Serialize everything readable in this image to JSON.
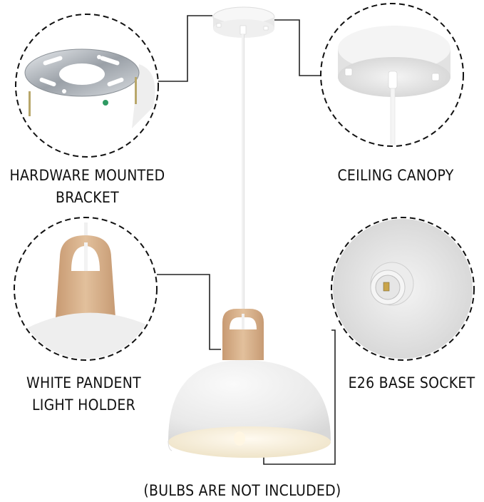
{
  "labels": {
    "hardware_bracket": {
      "line1": "HARDWARE MOUNTED",
      "line2": "BRACKET"
    },
    "ceiling_canopy": "CEILING CANOPY",
    "light_holder": {
      "line1": "WHITE PANDENT",
      "line2": "LIGHT HOLDER"
    },
    "base_socket": "E26 BASE SOCKET",
    "footnote": "(BULBS ARE NOT INCLUDED)"
  },
  "callouts": [
    {
      "id": "hardware-bracket",
      "icon": "mounting-bracket-icon"
    },
    {
      "id": "ceiling-canopy",
      "icon": "ceiling-canopy-icon"
    },
    {
      "id": "light-holder",
      "icon": "wood-holder-icon"
    },
    {
      "id": "base-socket",
      "icon": "e26-socket-icon"
    }
  ],
  "colors": {
    "shade_white": "#f1f1f1",
    "shade_inner": "#f6eedb",
    "wood": "#d9b48e",
    "text": "#111111",
    "leader_line": "#222222"
  }
}
